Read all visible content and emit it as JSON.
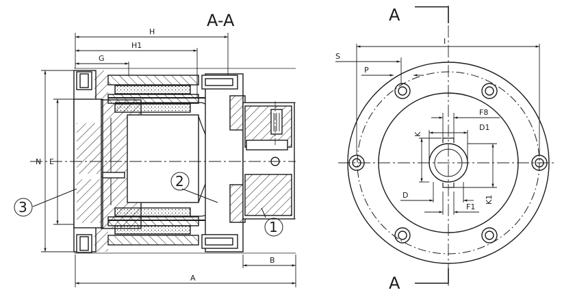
{
  "view_title": "A-A",
  "section_marks": {
    "top": "A",
    "bottom": "A"
  },
  "section_view": {
    "dimensions": {
      "overall_length": "A",
      "shaft_length": "B",
      "body_length": "H",
      "cap_length": "H1",
      "flange_depth": "G",
      "outer_diameter": "N",
      "bore_diameter": "E"
    },
    "callouts": [
      "1",
      "2",
      "3"
    ]
  },
  "front_view": {
    "dimensions": {
      "flange_diameter": "I",
      "bolt_offset": "S",
      "pitch": "P",
      "key_width_f8": "F8",
      "key_depth": "K",
      "bore": "D1",
      "shaft_dia": "D",
      "key_width": "F1",
      "key_height": "K1"
    }
  },
  "colors": {
    "line": "#1a1a1a",
    "hatch": "#1a1a1a",
    "background": "#ffffff"
  }
}
